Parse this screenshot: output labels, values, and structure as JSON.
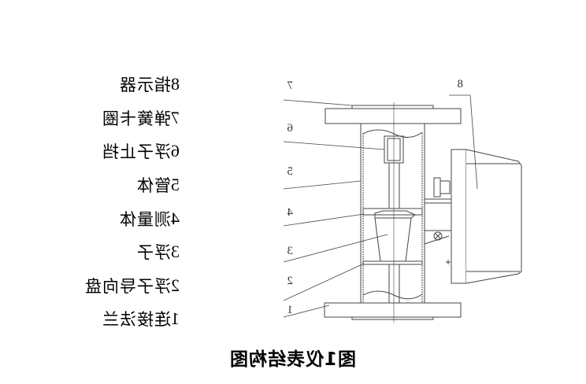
{
  "legend": [
    {
      "num": "8",
      "label": "指示器"
    },
    {
      "num": "7",
      "label": "弹簧卡圈"
    },
    {
      "num": "6",
      "label": "浮子止挡"
    },
    {
      "num": "5",
      "label": "管体"
    },
    {
      "num": "4",
      "label": "测量体"
    },
    {
      "num": "3",
      "label": "浮子"
    },
    {
      "num": "2",
      "label": "浮子导向盘"
    },
    {
      "num": "1",
      "label": "连接法兰"
    }
  ],
  "caption": "图1仪表结构图",
  "callouts": {
    "c1": "1",
    "c2": "2",
    "c3": "3",
    "c4": "4",
    "c5": "5",
    "c6": "6",
    "c7": "7",
    "c8": "8"
  }
}
